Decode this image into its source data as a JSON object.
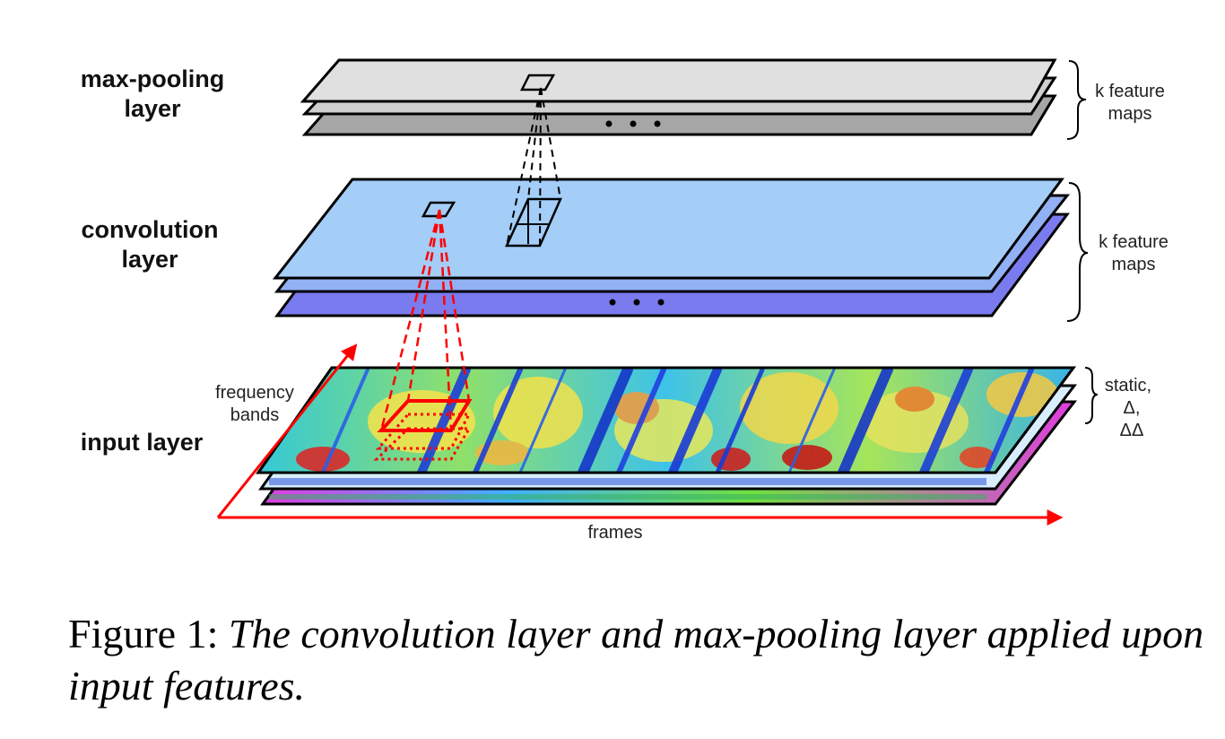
{
  "layers": {
    "max_pooling": {
      "label_line1": "max-pooling",
      "label_line2": "layer",
      "brace_line1": "k feature",
      "brace_line2": "maps"
    },
    "convolution": {
      "label_line1": "convolution",
      "label_line2": "layer",
      "brace_line1": "k feature",
      "brace_line2": "maps"
    },
    "input": {
      "label": "input layer",
      "brace_line1": "static,",
      "brace_line2": "Δ,",
      "brace_line3": "ΔΔ"
    }
  },
  "axes": {
    "y_line1": "frequency",
    "y_line2": "bands",
    "x": "frames"
  },
  "colors": {
    "pool_top": "#e0e0e0",
    "pool_back": "#a6a6a6",
    "conv_top": "#a4cdf8",
    "conv_back": "#7b7bf0",
    "accent_red": "#ff0000"
  },
  "caption": {
    "prefix": "Figure 1:",
    "text": "The convolution layer and max-pooling layer applied upon input features."
  }
}
